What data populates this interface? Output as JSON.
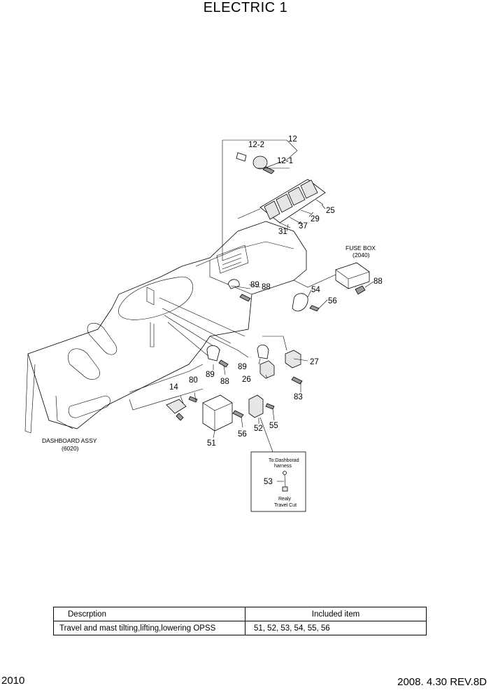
{
  "page": {
    "title": "ELECTRIC 1",
    "page_number": "2010",
    "revision": "2008. 4.30  REV.8D"
  },
  "callouts": {
    "c12": "12",
    "c12_2": "12-2",
    "c12_1": "12-1",
    "c25": "25",
    "c29": "29",
    "c37": "37",
    "c31": "31",
    "c89a": "89",
    "c88a": "88",
    "c88b": "88",
    "c54": "54",
    "c56a": "56",
    "c27": "27",
    "c89b": "89",
    "c26": "26",
    "c83": "83",
    "c89c": "89",
    "c88c": "88",
    "c14": "14",
    "c80": "80",
    "c51": "51",
    "c56b": "56",
    "c52": "52",
    "c55": "55",
    "c53": "53"
  },
  "fuse_box": {
    "name": "FUSE BOX",
    "ref": "(2040)"
  },
  "dashboard": {
    "name": "DASHBOARD ASSY",
    "ref": "(6020)"
  },
  "inset": {
    "to_label_1": "To:Dashborad",
    "to_label_2": "harness",
    "relay_label_1": "Realy",
    "relay_label_2": "Travel Cut"
  },
  "table": {
    "headers": [
      "Descrption",
      "Included item"
    ],
    "rows": [
      {
        "description": "Travel and mast tilting,lifting,lowering OPSS",
        "items": "51, 52, 53, 54, 55, 56"
      }
    ]
  }
}
